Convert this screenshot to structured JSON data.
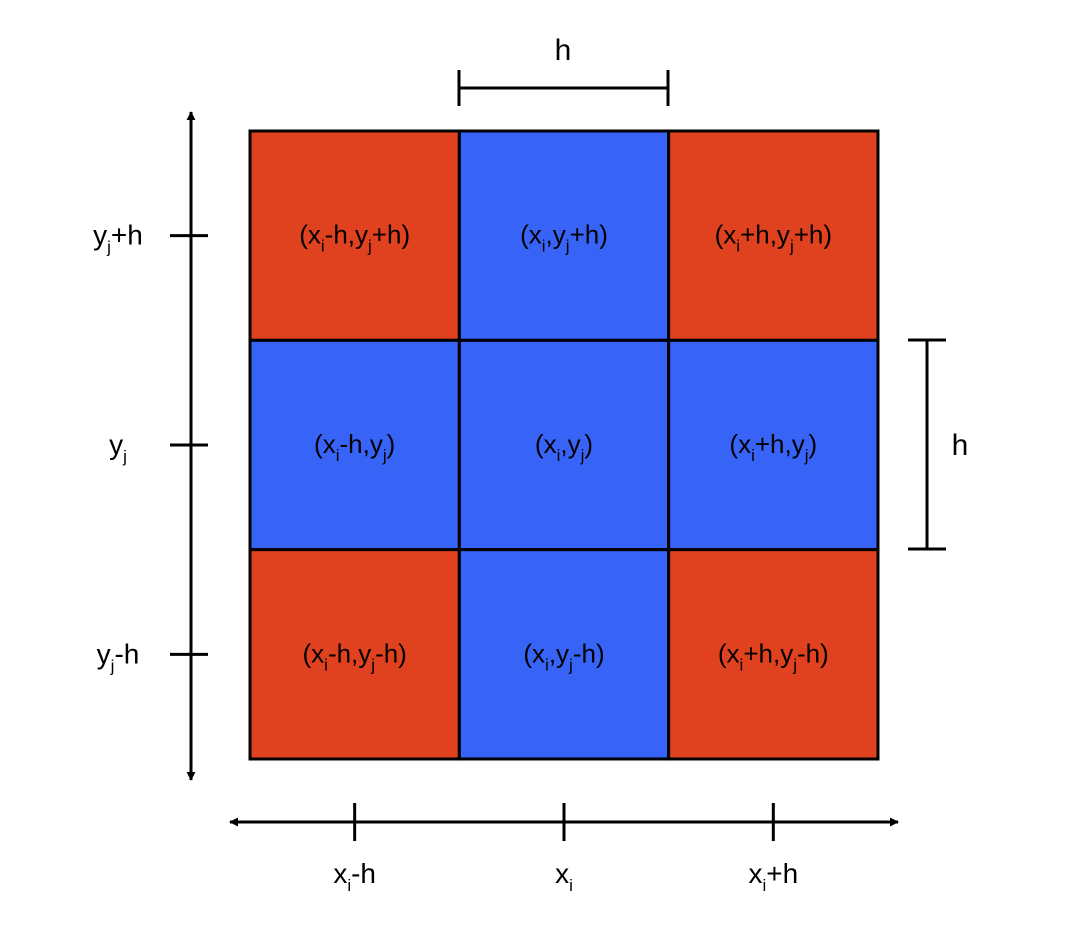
{
  "colors": {
    "corner_cell": "#E0411E",
    "cross_cell": "#3763F6",
    "line": "#000000",
    "background": "#FFFFFF"
  },
  "grid": {
    "rows": [
      [
        {
          "kind": "corner",
          "label": [
            {
              "t": "(x"
            },
            {
              "t": "i",
              "s": "sub"
            },
            {
              "t": "-h,y"
            },
            {
              "t": "j",
              "s": "sub"
            },
            {
              "t": "+h)"
            }
          ]
        },
        {
          "kind": "cross",
          "label": [
            {
              "t": "(x"
            },
            {
              "t": "i",
              "s": "sub"
            },
            {
              "t": ",y"
            },
            {
              "t": "j",
              "s": "sub"
            },
            {
              "t": "+h)"
            }
          ]
        },
        {
          "kind": "corner",
          "label": [
            {
              "t": "(x"
            },
            {
              "t": "i",
              "s": "sub"
            },
            {
              "t": "+h,y"
            },
            {
              "t": "j",
              "s": "sub"
            },
            {
              "t": "+h)"
            }
          ]
        }
      ],
      [
        {
          "kind": "cross",
          "label": [
            {
              "t": "(x"
            },
            {
              "t": "i",
              "s": "sub"
            },
            {
              "t": "-h,y"
            },
            {
              "t": "j",
              "s": "sub"
            },
            {
              "t": ")"
            }
          ]
        },
        {
          "kind": "cross",
          "label": [
            {
              "t": "(x"
            },
            {
              "t": "i",
              "s": "sub"
            },
            {
              "t": ",y"
            },
            {
              "t": "j",
              "s": "sub"
            },
            {
              "t": ")"
            }
          ]
        },
        {
          "kind": "cross",
          "label": [
            {
              "t": "(x"
            },
            {
              "t": "i",
              "s": "sub"
            },
            {
              "t": "+h,y"
            },
            {
              "t": "j",
              "s": "sub"
            },
            {
              "t": ")"
            }
          ]
        }
      ],
      [
        {
          "kind": "corner",
          "label": [
            {
              "t": "(x"
            },
            {
              "t": "i",
              "s": "sub"
            },
            {
              "t": "-h,y"
            },
            {
              "t": "j",
              "s": "sub"
            },
            {
              "t": "-h)"
            }
          ]
        },
        {
          "kind": "cross",
          "label": [
            {
              "t": "(x"
            },
            {
              "t": "i",
              "s": "sub"
            },
            {
              "t": ",y"
            },
            {
              "t": "j",
              "s": "sub"
            },
            {
              "t": "-h)"
            }
          ]
        },
        {
          "kind": "corner",
          "label": [
            {
              "t": "(x"
            },
            {
              "t": "i",
              "s": "sub"
            },
            {
              "t": "+h,y"
            },
            {
              "t": "j",
              "s": "sub"
            },
            {
              "t": "-h)"
            }
          ]
        }
      ]
    ]
  },
  "x_axis": {
    "ticks": [
      [
        {
          "t": "x"
        },
        {
          "t": "i",
          "s": "sub"
        },
        {
          "t": "-h"
        }
      ],
      [
        {
          "t": "x"
        },
        {
          "t": "i",
          "s": "sub"
        }
      ],
      [
        {
          "t": "x"
        },
        {
          "t": "i",
          "s": "sub"
        },
        {
          "t": "+h"
        }
      ]
    ]
  },
  "y_axis": {
    "ticks": [
      [
        {
          "t": "y"
        },
        {
          "t": "j",
          "s": "sub"
        },
        {
          "t": "+h"
        }
      ],
      [
        {
          "t": "y"
        },
        {
          "t": "j",
          "s": "sub"
        }
      ],
      [
        {
          "t": "y"
        },
        {
          "t": "j",
          "s": "sub"
        },
        {
          "t": "-h"
        }
      ]
    ]
  },
  "spacing_labels": {
    "top": "h",
    "right": "h"
  }
}
